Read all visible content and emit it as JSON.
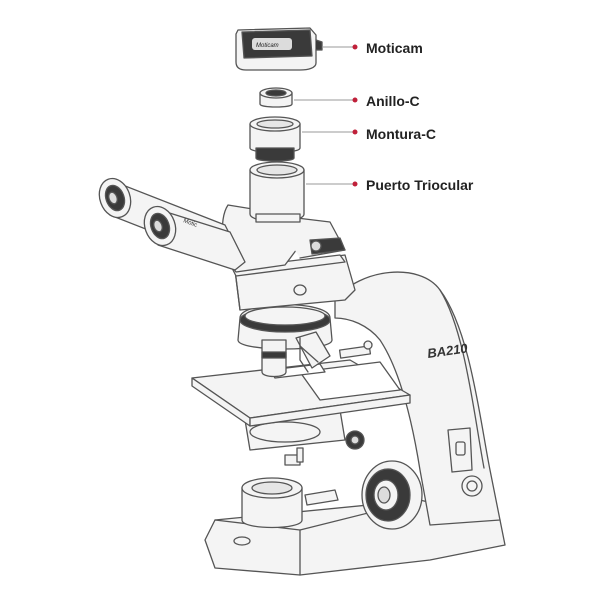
{
  "diagram": {
    "accent_color": "#c0203a",
    "line_color": "#555555",
    "fill_color": "#f4f4f4",
    "labels": {
      "moticam": "Moticam",
      "anillo_c": "Anillo-C",
      "montura_c": "Montura-C",
      "puerto_triocular": "Puerto Triocular"
    },
    "markings": {
      "model": "BA210",
      "camera_brand": "Moticam",
      "eyepiece_brand": "Motic"
    }
  }
}
